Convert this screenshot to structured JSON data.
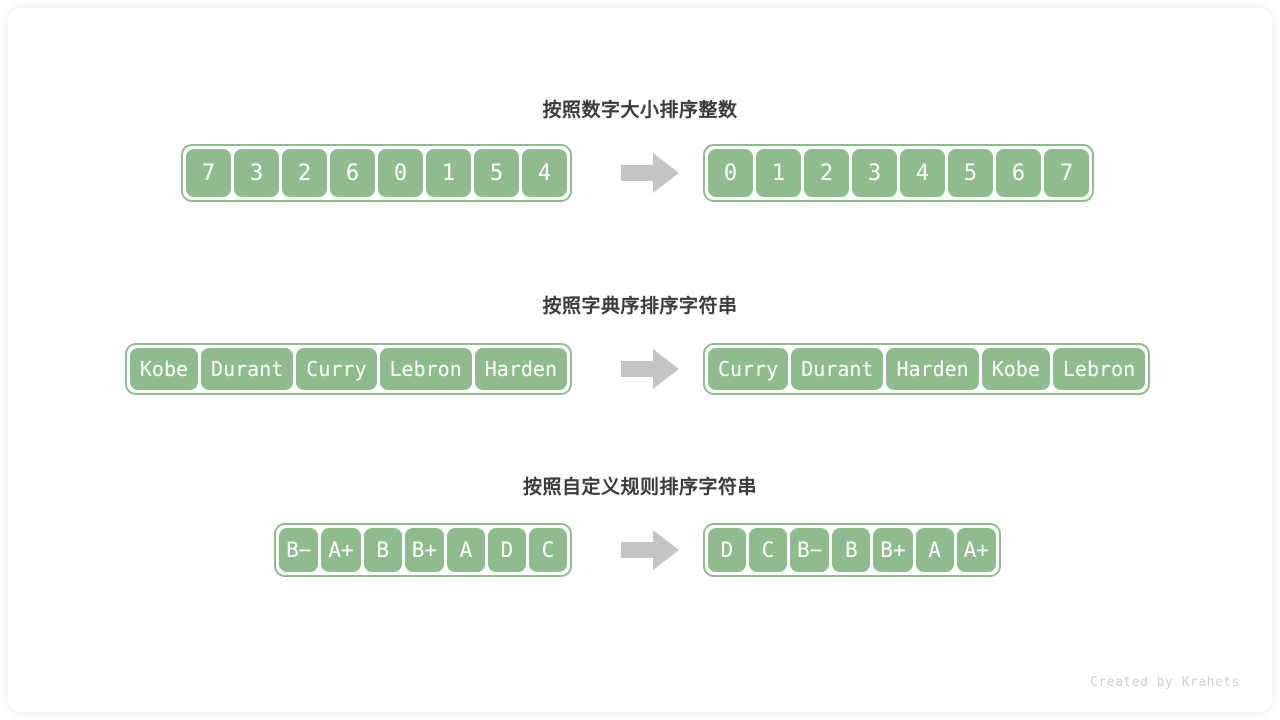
{
  "footer": {
    "credit": "Created by Krahets"
  },
  "colors": {
    "cell_fill": "#8fbc8f",
    "cell_text": "#ffffff",
    "box_border": "#8fbc8f",
    "arrow": "#c4c4c4",
    "title_text": "#3b3b3b",
    "card_bg": "#ffffff",
    "footer_text": "#d0d0d0"
  },
  "sections": [
    {
      "title": "按照数字大小排序整数",
      "arrow_icon": "arrow-right-icon",
      "input": [
        "7",
        "3",
        "2",
        "6",
        "0",
        "1",
        "5",
        "4"
      ],
      "output": [
        "0",
        "1",
        "2",
        "3",
        "4",
        "5",
        "6",
        "7"
      ]
    },
    {
      "title": "按照字典序排序字符串",
      "arrow_icon": "arrow-right-icon",
      "input": [
        "Kobe",
        "Durant",
        "Curry",
        "Lebron",
        "Harden"
      ],
      "output": [
        "Curry",
        "Durant",
        "Harden",
        "Kobe",
        "Lebron"
      ]
    },
    {
      "title": "按照自定义规则排序字符串",
      "arrow_icon": "arrow-right-icon",
      "input": [
        "B−",
        "A+",
        "B",
        "B+",
        "A",
        "D",
        "C"
      ],
      "output": [
        "D",
        "C",
        "B−",
        "B",
        "B+",
        "A",
        "A+"
      ]
    }
  ]
}
